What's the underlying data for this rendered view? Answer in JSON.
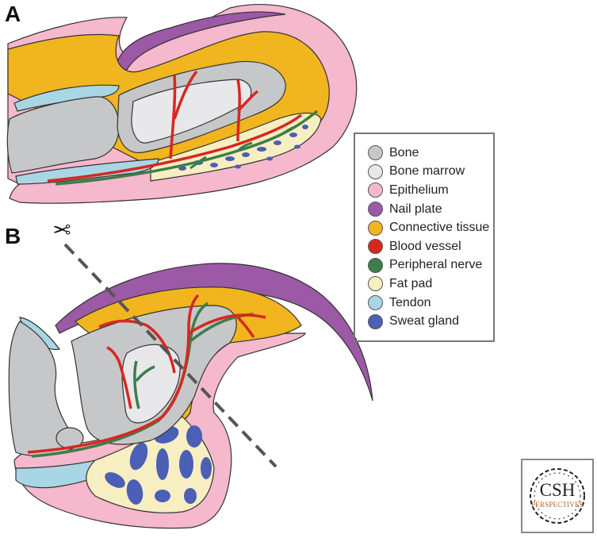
{
  "panels": {
    "a_label": "A",
    "b_label": "B"
  },
  "scissors_icon": "scissors-icon",
  "legend": {
    "items": [
      {
        "label": "Bone",
        "color": "#c6c7c9"
      },
      {
        "label": "Bone marrow",
        "color": "#e8e8ea"
      },
      {
        "label": "Epithelium",
        "color": "#f5b8cc"
      },
      {
        "label": "Nail plate",
        "color": "#9b59a6"
      },
      {
        "label": "Connective tissue",
        "color": "#f0b51f"
      },
      {
        "label": "Blood vessel",
        "color": "#d6281f"
      },
      {
        "label": "Peripheral nerve",
        "color": "#3e7d4a"
      },
      {
        "label": "Fat pad",
        "color": "#f7eec2"
      },
      {
        "label": "Tendon",
        "color": "#a9d6e5"
      },
      {
        "label": "Sweat gland",
        "color": "#4a5fb5"
      }
    ]
  },
  "logo": {
    "main": "CSH",
    "sub": "PERSPECTIVES"
  }
}
